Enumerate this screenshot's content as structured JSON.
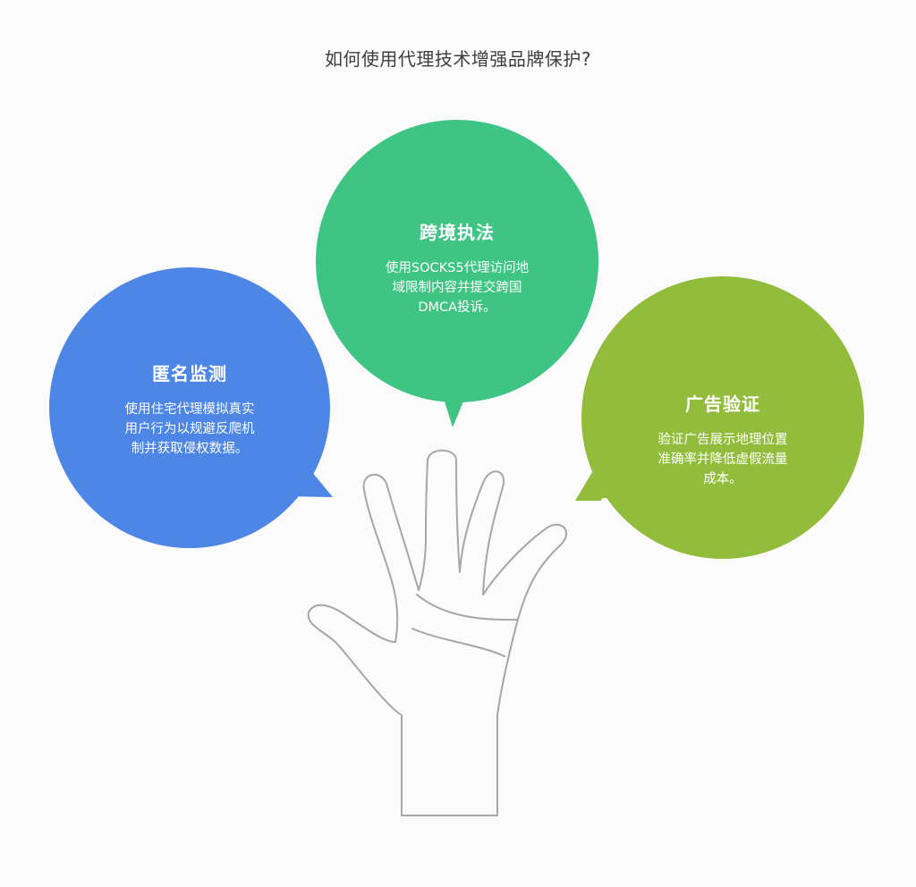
{
  "title": "如何使用代理技术增强品牌保护?",
  "colors": {
    "left_bubble": "#4e86e6",
    "center_bubble": "#3ec483",
    "right_bubble": "#92bd3c",
    "hand_stroke": "#a6a6a6",
    "background": "#fbfbfb"
  },
  "bubbles": [
    {
      "id": "anonymous-monitoring",
      "heading": "匿名监测",
      "lines": [
        "使用住宅代理模拟真实",
        "用户行为以规避反爬机",
        "制并获取侵权数据。"
      ]
    },
    {
      "id": "cross-border-enforcement",
      "heading": "跨境执法",
      "lines": [
        "使用SOCKS5代理访问地",
        "域限制内容并提交跨国",
        "DMCA投诉。"
      ]
    },
    {
      "id": "ad-verification",
      "heading": "广告验证",
      "lines": [
        "验证广告展示地理位置",
        "准确率并降低虚假流量",
        "成本。"
      ]
    }
  ],
  "hand": {
    "icon": "open-hand-icon"
  }
}
